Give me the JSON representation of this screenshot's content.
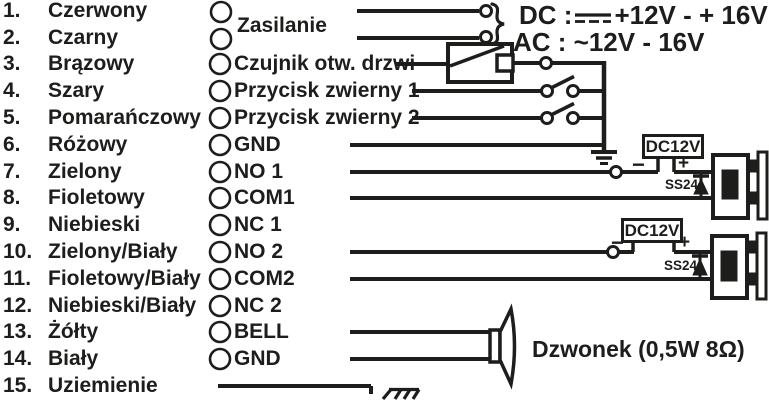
{
  "wire_list": {
    "rows": [
      {
        "num": "1.",
        "color": "Czerwony"
      },
      {
        "num": "2.",
        "color": "Czarny"
      },
      {
        "num": "3.",
        "color": "Brązowy"
      },
      {
        "num": "4.",
        "color": "Szary"
      },
      {
        "num": "5.",
        "color": "Pomarańczowy"
      },
      {
        "num": "6.",
        "color": "Różowy"
      },
      {
        "num": "7.",
        "color": "Zielony"
      },
      {
        "num": "8.",
        "color": "Fioletowy"
      },
      {
        "num": "9.",
        "color": "Niebieski"
      },
      {
        "num": "10.",
        "color": "Zielony/Biały"
      },
      {
        "num": "11.",
        "color": "Fioletowy/Biały"
      },
      {
        "num": "12.",
        "color": "Niebieski/Biały"
      },
      {
        "num": "13.",
        "color": "Żółty"
      },
      {
        "num": "14.",
        "color": "Biały"
      },
      {
        "num": "15.",
        "color": "Uziemienie"
      }
    ]
  },
  "terminals": {
    "power_label": "Zasilanie",
    "items": [
      "Czujnik otw. drzwi",
      "Przycisk zwierny 1",
      "Przycisk zwierny 2",
      "GND",
      "NO 1",
      "COM1",
      "NC 1",
      "NO 2",
      "COM2",
      "NC 2",
      "BELL",
      "GND"
    ]
  },
  "power_specs": {
    "dc_prefix": "DC :",
    "dc_value": "+12V - + 16V",
    "ac_text": "AC : ~12V - 16V"
  },
  "psu_modules": {
    "module1_label": "DC12V",
    "module2_label": "DC12V",
    "minus_sign": "−",
    "plus_sign": "+"
  },
  "diodes": {
    "module1": "SS24",
    "module2": "SS24"
  },
  "bell": {
    "label": "Dzwonek (0,5W 8Ω)"
  },
  "colors": {
    "ink": "#1d1d1b",
    "background": "#ffffff"
  }
}
